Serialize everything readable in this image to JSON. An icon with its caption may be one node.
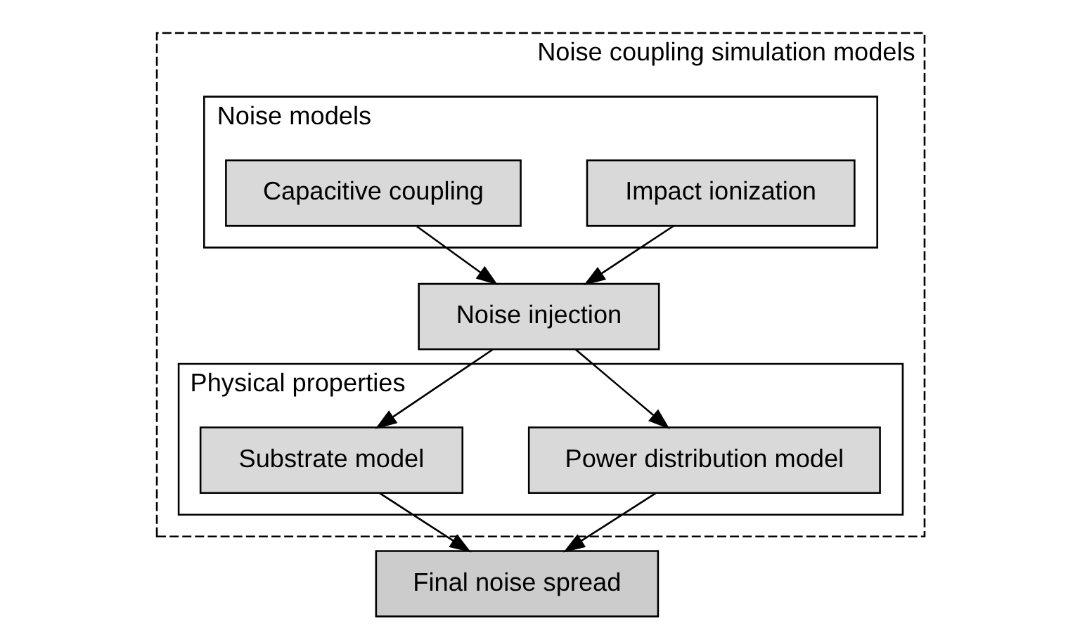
{
  "diagram": {
    "nodes": [
      {
        "text": [
          "Noise coupling simulation models"
        ]
      },
      {
        "text": [
          "Noise models"
        ],
        "in": 0
      },
      {
        "text": [
          "Capacitive coupling"
        ],
        "in": 1
      },
      {
        "text": [
          "Impact ionization"
        ],
        "in": 1
      },
      {
        "text": [
          "Noise injection"
        ],
        "in": 0
      },
      {
        "text": [
          "Physical properties"
        ],
        "in": 0
      },
      {
        "text": [
          "Substrate model"
        ],
        "in": 5
      },
      {
        "text": [
          "Power distribution model"
        ],
        "in": 5
      },
      {
        "text": [
          "Final noise spread"
        ]
      }
    ],
    "edges": [
      {
        "from": 2,
        "to": 4,
        "arrow": "to"
      },
      {
        "from": 3,
        "to": 4,
        "arrow": "to"
      },
      {
        "from": 4,
        "to": 6,
        "arrow": "to"
      },
      {
        "from": 4,
        "to": 7,
        "arrow": "to"
      },
      {
        "from": 6,
        "to": 8,
        "arrow": "to"
      },
      {
        "from": 7,
        "to": 8,
        "arrow": "to"
      }
    ]
  }
}
